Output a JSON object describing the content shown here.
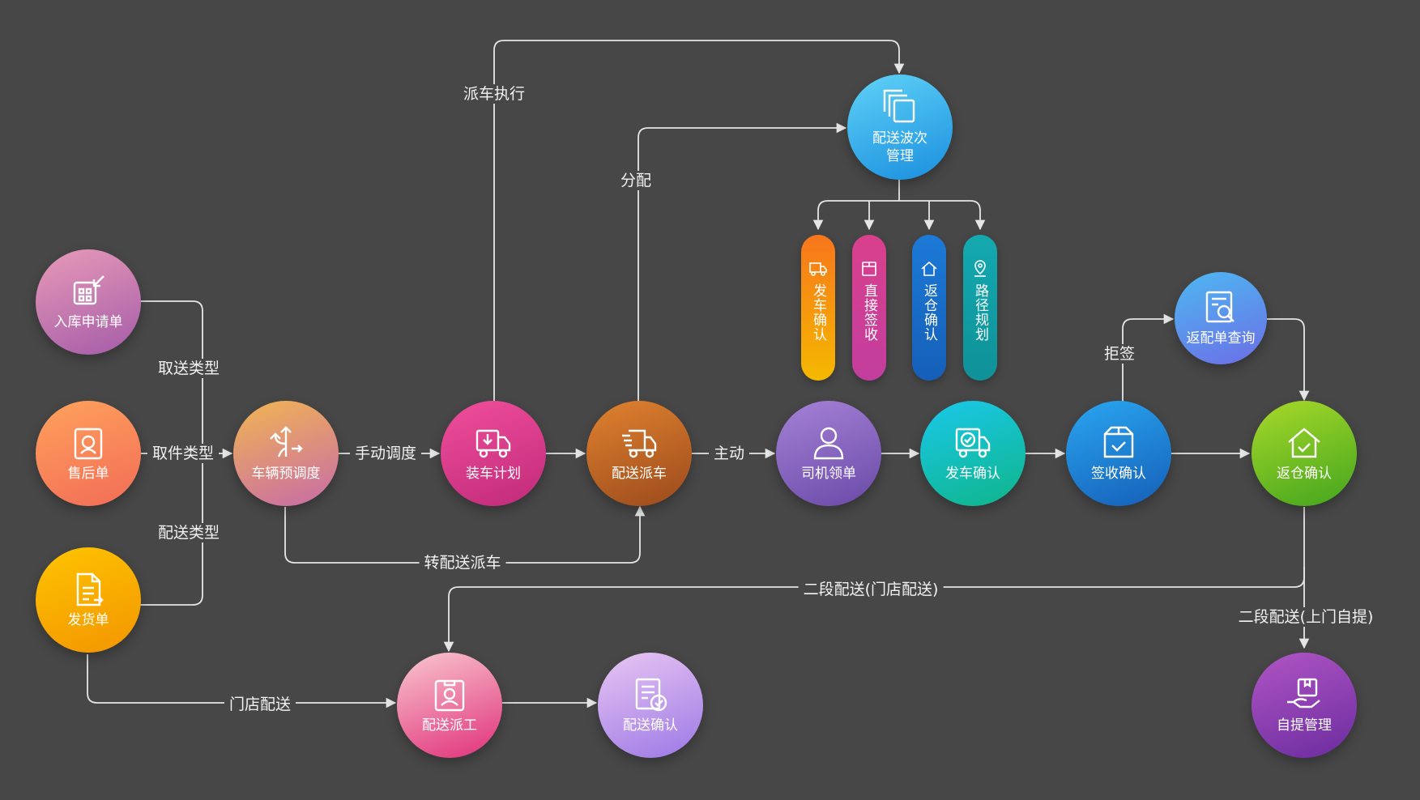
{
  "nodes": {
    "inbound_request": {
      "label": "入库申请单",
      "icon": "inbound-icon"
    },
    "after_sales": {
      "label": "售后单",
      "icon": "service-agent-icon"
    },
    "shipment": {
      "label": "发货单",
      "icon": "document-icon"
    },
    "vehicle_predispatch": {
      "label": "车辆预调度",
      "icon": "route-split-icon"
    },
    "loading_plan": {
      "label": "装车计划",
      "icon": "truck-load-icon"
    },
    "delivery_dispatch": {
      "label": "配送派车",
      "icon": "fast-truck-icon"
    },
    "wave_management": {
      "label": "配送波次\n管理",
      "icon": "stack-icon"
    },
    "driver_claim": {
      "label": "司机领单",
      "icon": "person-icon"
    },
    "departure_confirm": {
      "label": "发车确认",
      "icon": "truck-check-icon"
    },
    "sign_confirm": {
      "label": "签收确认",
      "icon": "box-check-icon"
    },
    "return_query": {
      "label": "返配单查询",
      "icon": "doc-search-icon"
    },
    "return_confirm": {
      "label": "返仓确认",
      "icon": "house-check-icon"
    },
    "pickup_management": {
      "label": "自提管理",
      "icon": "hand-box-icon"
    },
    "delivery_assign": {
      "label": "配送派工",
      "icon": "badge-icon"
    },
    "delivery_confirm": {
      "label": "配送确认",
      "icon": "doc-check-icon"
    }
  },
  "pills": [
    {
      "label": "发车确认",
      "icon": "truck-small-icon"
    },
    {
      "label": "直接签收",
      "icon": "box-small-icon"
    },
    {
      "label": "返仓确认",
      "icon": "house-small-icon"
    },
    {
      "label": "路径规划",
      "icon": "location-pin-icon"
    }
  ],
  "edge_labels": {
    "pickup_type": "取送类型",
    "fetch_type": "取件类型",
    "delivery_type": "配送类型",
    "manual_dispatch": "手动调度",
    "dispatch_execute": "派车执行",
    "allocate": "分配",
    "active": "主动",
    "transfer_dispatch": "转配送派车",
    "second_store": "二段配送(门店配送)",
    "second_pickup": "二段配送(上门自提)",
    "store_delivery": "门店配送",
    "refuse_sign": "拒签"
  },
  "colors": {
    "background": "#474747",
    "line": "#e6e6e6"
  }
}
